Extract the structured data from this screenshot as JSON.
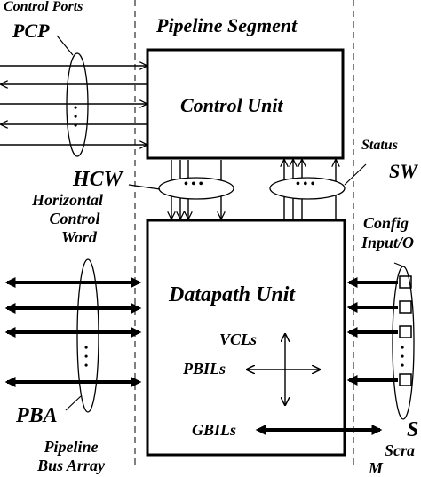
{
  "diagram": {
    "control_ports_label": "Control Ports",
    "pcp_label": "PCP",
    "pipeline_segment_label": "Pipeline Segment",
    "control_unit_label": "Control Unit",
    "status_label": "Status",
    "sw_label": "SW",
    "hcw_label": "HCW",
    "horizontal_control_word_line1": "Horizontal",
    "horizontal_control_word_line2": "Control",
    "horizontal_control_word_line3": "Word",
    "config_io_line1": "Config",
    "config_io_line2": "Input/O",
    "datapath_unit_label": "Datapath Unit",
    "vcls_label": "VCLs",
    "pbils_label": "PBILs",
    "gbils_label": "GBILs",
    "pba_label": "PBA",
    "pipeline_bus_array_line1": "Pipeline",
    "pipeline_bus_array_line2": "Bus Array",
    "right_bottom_label_1": "S",
    "right_bottom_label_2": "Scra",
    "right_bottom_label_3": "M",
    "dots": "• • •",
    "vdots": "•\n•\n•"
  }
}
